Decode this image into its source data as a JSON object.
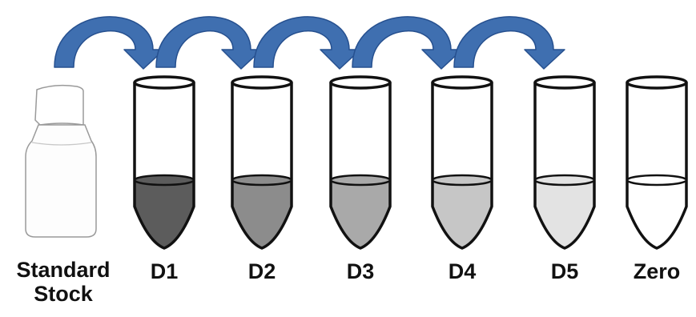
{
  "colors": {
    "arrow": "#3F6FB0",
    "arrow_edge": "#26508F",
    "outline": "#111111",
    "bottle_fill": "#FDFDFD",
    "bottle_edge": "#9A9A9A"
  },
  "bottle": {
    "label_line1": "Standard",
    "label_line2": "Stock"
  },
  "tubes": [
    {
      "label": "D1",
      "fill": "#5C5C5C"
    },
    {
      "label": "D2",
      "fill": "#8C8C8C"
    },
    {
      "label": "D3",
      "fill": "#A9A9A9"
    },
    {
      "label": "D4",
      "fill": "#C6C6C6"
    },
    {
      "label": "D5",
      "fill": "#E3E3E3"
    },
    {
      "label": "Zero",
      "fill": "#FFFFFF"
    }
  ],
  "arrows": [
    {
      "from": "bottle",
      "to": "D1"
    },
    {
      "from": "D1",
      "to": "D2"
    },
    {
      "from": "D2",
      "to": "D3"
    },
    {
      "from": "D3",
      "to": "D4"
    },
    {
      "from": "D4",
      "to": "D5"
    }
  ]
}
